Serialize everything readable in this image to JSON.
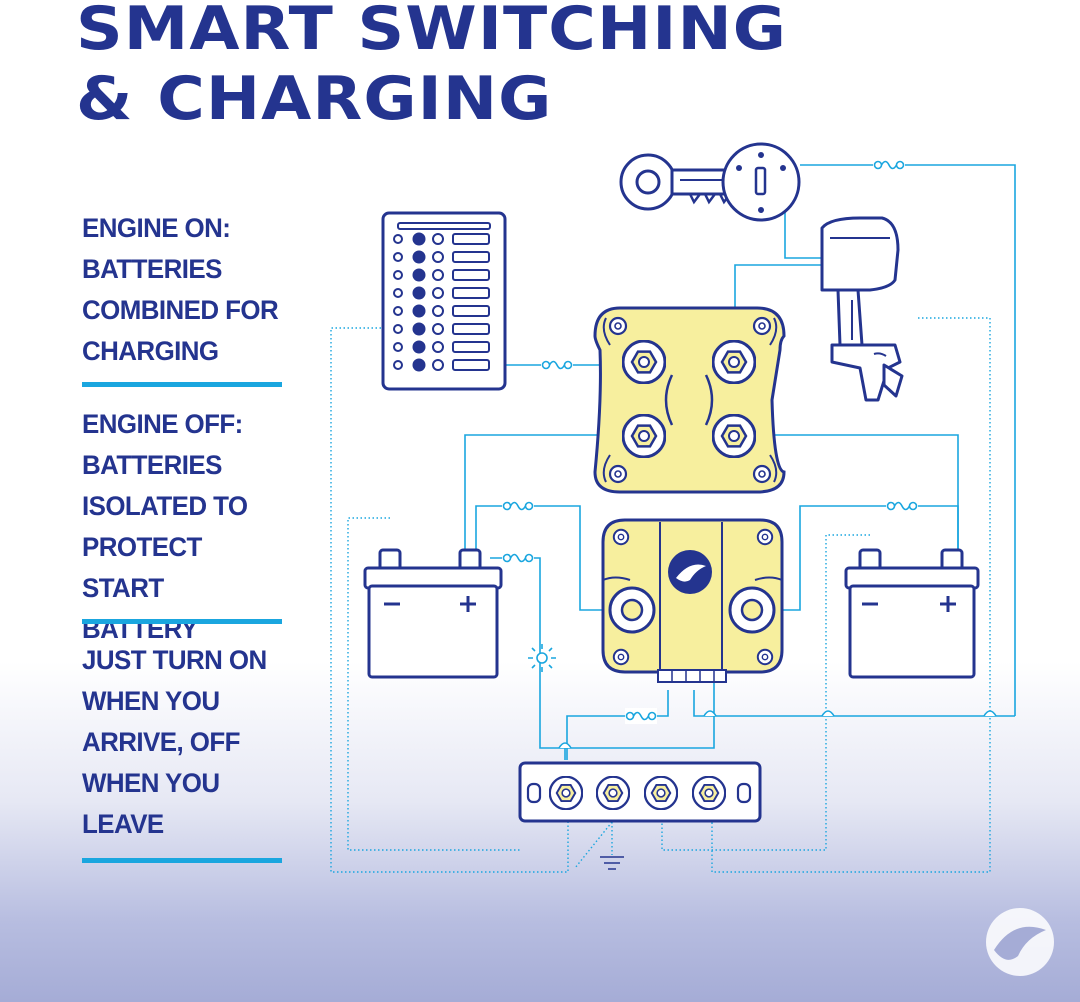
{
  "title": {
    "line1": "SMART SWITCHING",
    "line2": "& CHARGING"
  },
  "notes": [
    {
      "text": "ENGINE ON:\nBATTERIES\nCOMBINED FOR\nCHARGING"
    },
    {
      "text": "ENGINE OFF:\nBATTERIES\nISOLATED TO\nPROTECT START\nBATTERY"
    },
    {
      "text": "JUST TURN ON\nWHEN YOU\nARRIVE, OFF\nWHEN YOU\nLEAVE"
    }
  ],
  "colors": {
    "navy": "#24348f",
    "wire": "#1aa6df",
    "yellow": "#f7ef9e",
    "background_bottom": "#a5acd6"
  },
  "diagram_components": [
    "ignition-key-icon",
    "ignition-switch-icon",
    "circuit-breaker-panel-icon",
    "outboard-engine-icon",
    "battery-switch-icon",
    "automatic-charging-relay-icon",
    "start-battery-icon",
    "house-battery-icon",
    "indicator-light-icon",
    "bus-bar-icon",
    "ground-symbol-icon",
    "fuse-icon",
    "brand-logo-icon"
  ]
}
